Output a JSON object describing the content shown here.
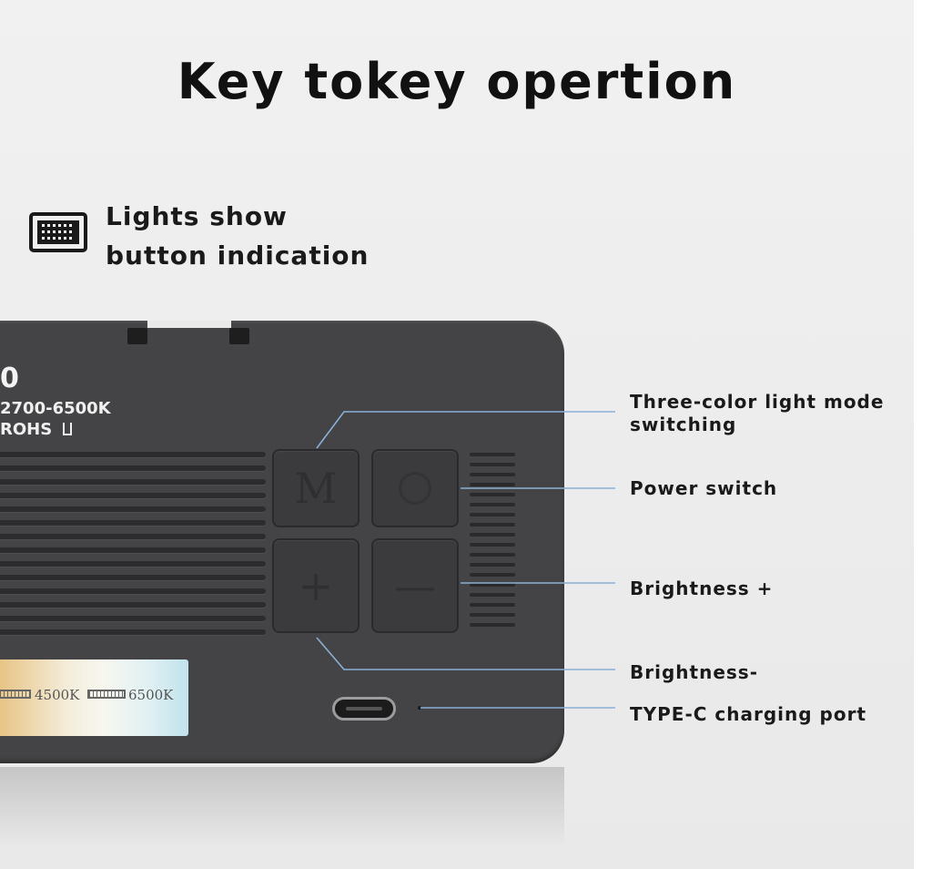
{
  "title": "Key tokey opertion",
  "lights_label": {
    "line1": "Lights show",
    "line2": "button indication"
  },
  "device": {
    "model": "0",
    "spec_cct": "2700-6500K",
    "spec_cert": "ROHS",
    "keys": {
      "mode": "M",
      "power": "",
      "plus": "+",
      "minus": "—"
    },
    "cct_bar": {
      "mid": "4500K",
      "high": "6500K"
    }
  },
  "callouts": {
    "mode_line1": "Three-color light mode",
    "mode_line2": "switching",
    "power": "Power switch",
    "brightness_plus": "Brightness +",
    "brightness_minus": "Brightness-",
    "charging": "TYPE-C charging port"
  },
  "colors": {
    "accent_line": "#8ab0d8",
    "device_body": "#444446",
    "title_text": "#111111"
  }
}
